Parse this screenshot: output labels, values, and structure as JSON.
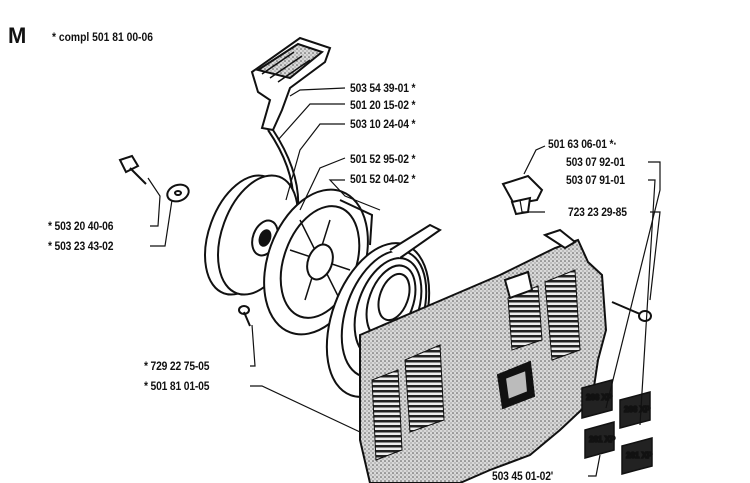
{
  "section": {
    "letter": "M",
    "note": "* compl 501 81 00-06"
  },
  "labels": {
    "handle": "503 54 39-01  *",
    "cord_a": "501 20 15-02  *",
    "cord_b": "503 10 24-04  *",
    "pulley_a": "501 52 95-02  *",
    "pulley_b": "501 52 04-02  *",
    "screw_washer_a": "* 503 20 40-06",
    "screw_washer_b": "* 503 23 43-02",
    "bolt_a": "* 729 22 75-05",
    "bolt_b": "* 501 81 01-05",
    "plug": "501 63 06-01  *‧",
    "decal_a": "503 07 92-01",
    "decal_b": "503 07 91-01",
    "screw": "723 23 29-85",
    "decal_c": "503 45 01-02'"
  },
  "decals": [
    "266 XP",
    "266 XP",
    "261 XP",
    "261 XP"
  ],
  "colors": {
    "ink": "#111111",
    "paper": "#ffffff",
    "stipple": "#8a8a8a"
  }
}
